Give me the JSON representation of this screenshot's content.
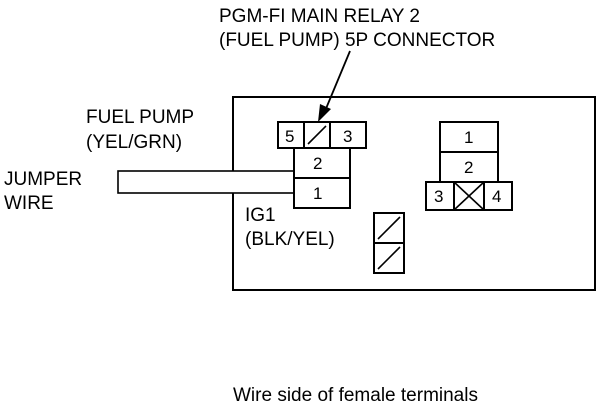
{
  "title": {
    "line1": "PGM-FI MAIN RELAY 2",
    "line2": "(FUEL PUMP) 5P CONNECTOR"
  },
  "labels": {
    "fuel_pump_1": "FUEL PUMP",
    "fuel_pump_2": "(YEL/GRN)",
    "jumper_1": "JUMPER",
    "jumper_2": "WIRE",
    "ig1_1": "IG1",
    "ig1_2": "(BLK/YEL)"
  },
  "connector_left": {
    "pin_5": "5",
    "pin_3": "3",
    "pin_2": "2",
    "pin_1": "1"
  },
  "connector_right": {
    "pin_1": "1",
    "pin_2": "2",
    "pin_3": "3",
    "pin_4": "4"
  },
  "caption": "Wire side of female terminals"
}
